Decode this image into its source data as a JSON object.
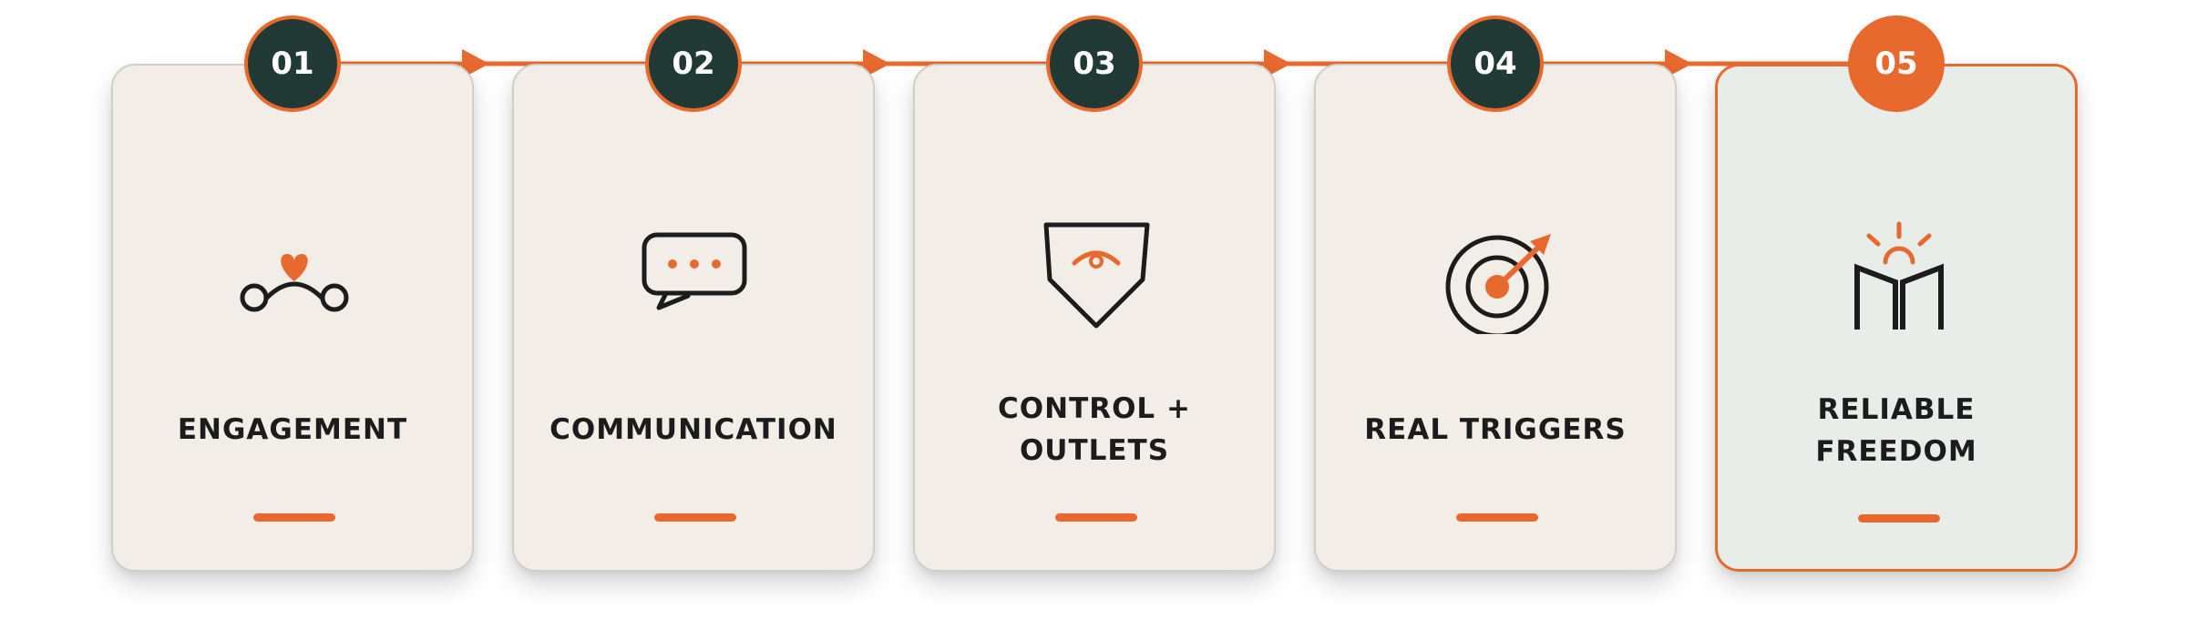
{
  "colors": {
    "accent": "#e8692e",
    "badge_dark": "#213a35",
    "card_bg": "#f2eee7",
    "card_highlight_bg": "#e8edea",
    "icon_stroke": "#1c1c1c"
  },
  "steps": [
    {
      "number": "01",
      "lines": [
        "ENGAGEMENT"
      ],
      "icon": "linked-people-heart-icon",
      "highlight": false
    },
    {
      "number": "02",
      "lines": [
        "COMMUNICATION"
      ],
      "icon": "chat-bubble-icon",
      "highlight": false
    },
    {
      "number": "03",
      "lines": [
        "CONTROL +",
        "OUTLETS"
      ],
      "icon": "shield-eye-icon",
      "highlight": false
    },
    {
      "number": "04",
      "lines": [
        "REAL TRIGGERS"
      ],
      "icon": "target-arrow-icon",
      "highlight": false
    },
    {
      "number": "05",
      "lines": [
        "RELIABLE",
        "FREEDOM"
      ],
      "icon": "open-gate-sunrise-icon",
      "highlight": true
    }
  ]
}
